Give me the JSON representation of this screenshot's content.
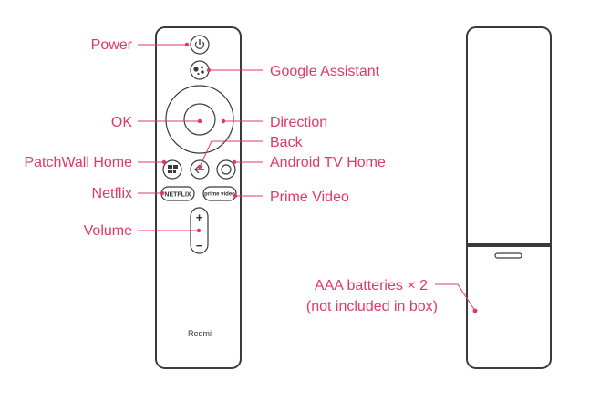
{
  "labels": {
    "power": "Power",
    "google_assistant": "Google Assistant",
    "ok": "OK",
    "direction": "Direction",
    "back": "Back",
    "patchwall_home": "PatchWall Home",
    "android_tv_home": "Android TV Home",
    "netflix": "Netflix",
    "prime_video": "Prime Video",
    "volume": "Volume",
    "batteries_line1": "AAA batteries × 2",
    "batteries_line2": "(not included in box)"
  },
  "remote": {
    "brand": "Redmi",
    "netflix_button": "NETFLIX",
    "prime_button": "prime video",
    "volume_up": "+",
    "volume_down": "−"
  },
  "colors": {
    "accent": "#e0386a",
    "outline": "#3a3a3a"
  },
  "icons": [
    "power-icon",
    "google-assistant-icon",
    "patchwall-home-icon",
    "back-arrow-icon",
    "android-tv-home-icon"
  ]
}
